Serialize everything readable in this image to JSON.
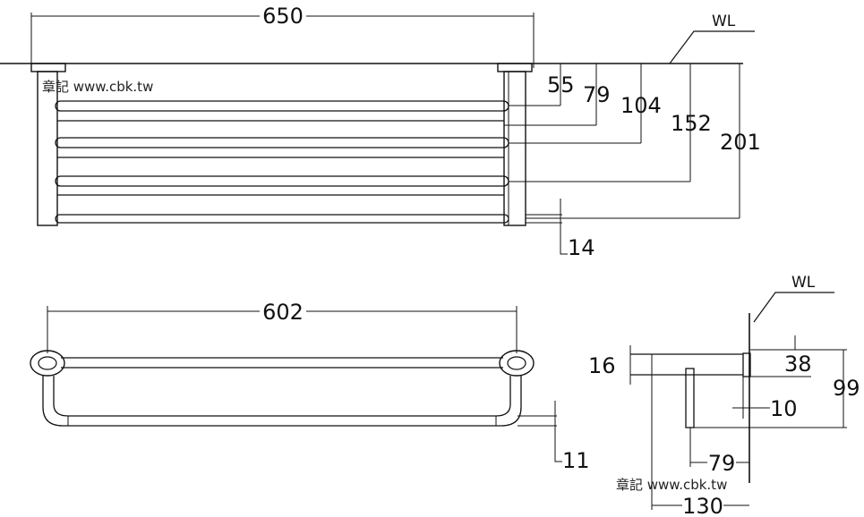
{
  "front_view": {
    "width_label": "650",
    "wall_label": "WL",
    "height_labels": [
      "55",
      "79",
      "104",
      "152",
      "201"
    ],
    "bottom_label": "14"
  },
  "bottom_view": {
    "width_label": "602",
    "offset_label": "11"
  },
  "side_view": {
    "wall_label": "WL",
    "labels": {
      "top_left": "16",
      "depth_small": "38",
      "height": "99",
      "plate": "10",
      "inner": "79",
      "overall": "130"
    }
  },
  "watermark": "章記 www.cbk.tw"
}
